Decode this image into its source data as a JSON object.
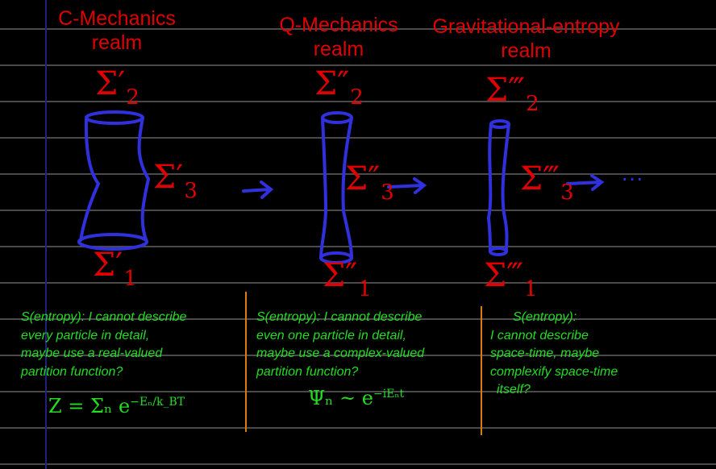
{
  "columns": [
    {
      "title_line1": "C-Mechanics",
      "title_line2": "realm",
      "sigma_top": "Σ′",
      "sigma_top_sub": "2",
      "sigma_mid": "Σ′",
      "sigma_mid_sub": "3",
      "sigma_bot": "Σ′",
      "sigma_bot_sub": "1",
      "note": [
        "S(entropy): I cannot describe",
        "every particle in detail,",
        "maybe use a real-valued",
        "partition function?"
      ],
      "equation": "Z = Σₙ e",
      "equation_exp": "−Eₙ/k_BT"
    },
    {
      "title_line1": "Q-Mechanics",
      "title_line2": "realm",
      "sigma_top": "Σ″",
      "sigma_top_sub": "2",
      "sigma_mid": "Σ″",
      "sigma_mid_sub": "3",
      "sigma_bot": "Σ″",
      "sigma_bot_sub": "1",
      "note": [
        "S(entropy): I cannot describe",
        "even one particle in detail,",
        "maybe use a complex-valued",
        "partition function?"
      ],
      "equation": "Ψₙ ~ e",
      "equation_exp": "−iEₙt"
    },
    {
      "title_line1": "Gravitational-entropy",
      "title_line2": "realm",
      "sigma_top": "Σ‴",
      "sigma_top_sub": "2",
      "sigma_mid": "Σ‴",
      "sigma_mid_sub": "3",
      "sigma_bot": "Σ‴",
      "sigma_bot_sub": "1",
      "note": [
        "S(entropy):",
        "I cannot describe",
        "space-time, maybe",
        "complexify space-time",
        "itself?"
      ]
    }
  ],
  "ellipsis": "···",
  "colors": {
    "title": "#e00000",
    "tube": "#3030dd",
    "note": "#22dd22",
    "divider": "#e07810"
  }
}
